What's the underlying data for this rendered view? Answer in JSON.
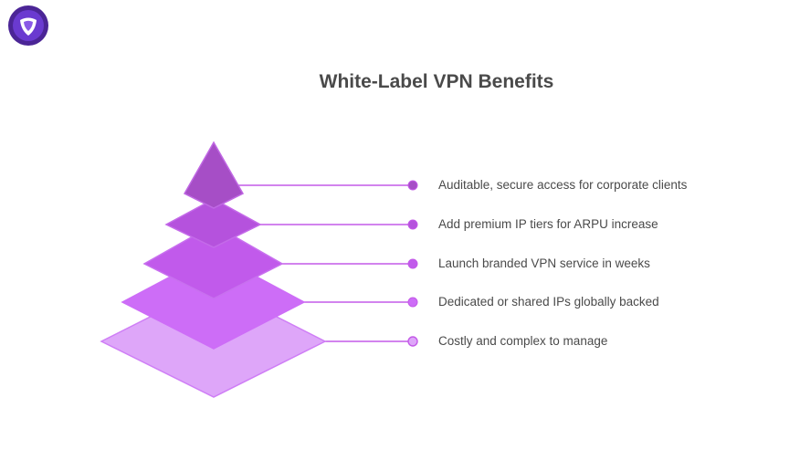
{
  "title": "White-Label VPN Benefits",
  "logo_icon": "shield-heart-icon",
  "colors": {
    "tier5": "#a64ec6",
    "tier4": "#b552dd",
    "tier3": "#c15aeb",
    "tier2": "#cd6df7",
    "tier1": "#dea6f9",
    "outline": "#cf7ef6",
    "connector": "#c45ae8",
    "logo_bg": "#5a2da0"
  },
  "levels": [
    {
      "label": "Auditable, secure access for corporate clients"
    },
    {
      "label": "Add premium IP tiers for ARPU increase"
    },
    {
      "label": "Launch branded VPN service in weeks"
    },
    {
      "label": "Dedicated or shared IPs globally backed"
    },
    {
      "label": "Costly and complex to manage"
    }
  ]
}
